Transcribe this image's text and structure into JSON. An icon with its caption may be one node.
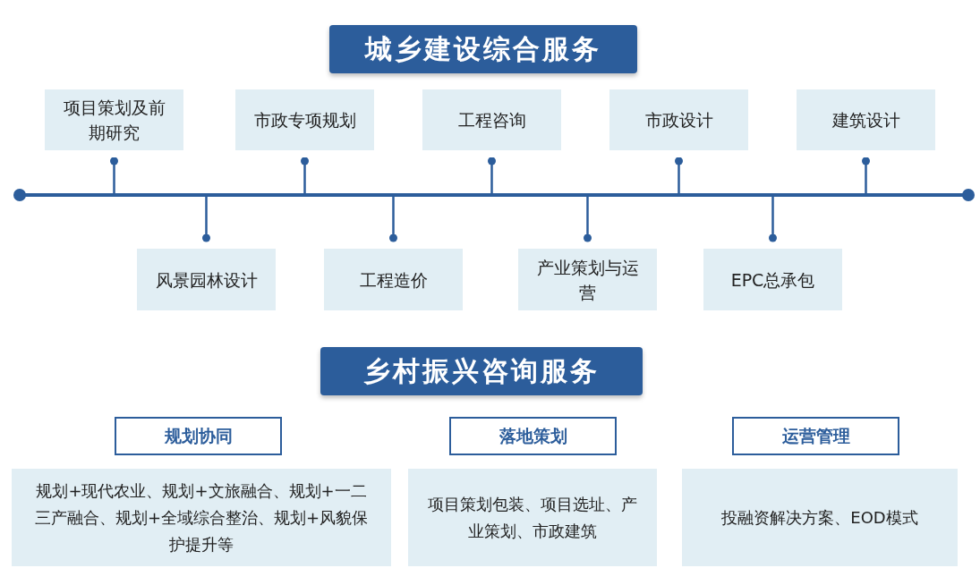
{
  "diagram": {
    "nodes": [
      {
        "text": [
          "城乡建设综合服务"
        ]
      },
      {
        "text": [
          "项目策划及前期研究"
        ]
      },
      {
        "text": [
          "市政专项规划"
        ]
      },
      {
        "text": [
          "工程咨询"
        ]
      },
      {
        "text": [
          "市政设计"
        ]
      },
      {
        "text": [
          "建筑设计"
        ]
      },
      {
        "text": [],
        "shape": "bar"
      },
      {
        "text": [
          "风景园林设计"
        ]
      },
      {
        "text": [
          "工程造价"
        ]
      },
      {
        "text": [
          "产业策划与运营"
        ]
      },
      {
        "text": [
          "EPC总承包"
        ]
      },
      {
        "text": [
          "乡村振兴咨询服务"
        ]
      },
      {
        "text": [
          "规划协同"
        ]
      },
      {
        "text": [
          "落地策划"
        ]
      },
      {
        "text": [
          "运营管理"
        ]
      },
      {
        "text": [
          "规划+现代农业、规划+文旅融合、规划+一二三产融合、规划+全域综合整治、规划+风貌保护提升等"
        ]
      },
      {
        "text": [
          "项目策划包装、项目选址、产业策划、市政建筑"
        ]
      },
      {
        "text": [
          "投融资解决方案、EOD模式"
        ]
      }
    ],
    "edges": [
      {
        "from": 1,
        "to": 6,
        "arrow": "other"
      },
      {
        "from": 2,
        "to": 6,
        "arrow": "other"
      },
      {
        "from": 3,
        "to": 6,
        "arrow": "other"
      },
      {
        "from": 4,
        "to": 6,
        "arrow": "other"
      },
      {
        "from": 5,
        "to": 6,
        "arrow": "other"
      },
      {
        "from": 7,
        "to": 6,
        "arrow": "other"
      },
      {
        "from": 8,
        "to": 6,
        "arrow": "other"
      },
      {
        "from": 9,
        "to": 6,
        "arrow": "other"
      },
      {
        "from": 10,
        "to": 6,
        "arrow": "other"
      }
    ]
  }
}
